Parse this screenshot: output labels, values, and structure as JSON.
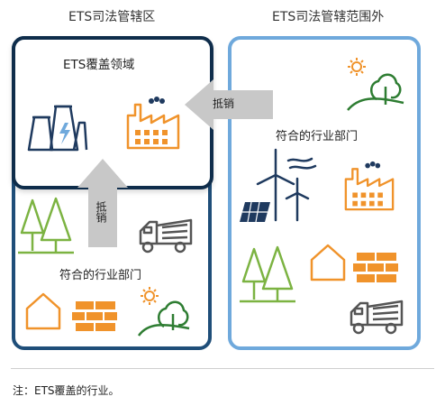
{
  "titles": {
    "left": "ETS司法管辖区",
    "right": "ETS司法管辖范围外"
  },
  "covered_area": {
    "title": "ETS覆盖领域"
  },
  "sector_label": "符合的行业部门",
  "arrows": {
    "horizontal": "抵销",
    "vertical": "抵销"
  },
  "footnote": "注：ETS覆盖的行业。",
  "colors": {
    "left_border": "#1f4e79",
    "covered_border": "#0f2d4b",
    "right_border": "#6fa9dc",
    "arrow_fill": "#c8c8c8",
    "orange": "#f0932b",
    "green": "#7cb342",
    "forest_green": "#2e7d32",
    "navy": "#1f3a5f",
    "gray": "#555555"
  },
  "icons": [
    "cooling-towers-icon",
    "factory-icon",
    "trees-icon",
    "dump-truck-icon",
    "house-icon",
    "bricks-icon",
    "landscape-sun-icon",
    "wind-turbines-icon",
    "solar-panel-icon"
  ]
}
